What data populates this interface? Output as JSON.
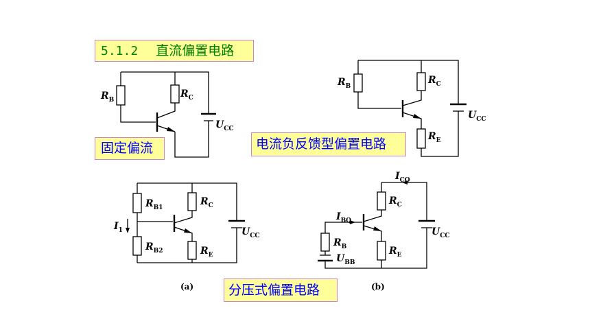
{
  "slide": {
    "section_number": "5.1.2",
    "section_title": "直流偏置电路",
    "fixed_bias_label": "固定偏流",
    "feedback_bias_label": "电流负反馈型偏置电路",
    "divider_bias_label": "分压式偏置电路"
  },
  "circuits": {
    "fixed": {
      "rb": "R",
      "rb_sub": "B",
      "rc": "R",
      "rc_sub": "C",
      "ucc": "U",
      "ucc_sub": "CC"
    },
    "feedback": {
      "rb": "R",
      "rb_sub": "B",
      "rc": "R",
      "rc_sub": "C",
      "re": "R",
      "re_sub": "E",
      "ucc": "U",
      "ucc_sub": "CC"
    },
    "divider_a": {
      "rb1": "R",
      "rb1_sub": "B1",
      "rb2": "R",
      "rb2_sub": "B2",
      "rc": "R",
      "rc_sub": "C",
      "re": "R",
      "re_sub": "E",
      "ucc": "U",
      "ucc_sub": "CC",
      "i1": "I",
      "i1_sub": "1",
      "caption": "(a)"
    },
    "divider_b": {
      "icq": "I",
      "icq_sub": "CQ",
      "ibq": "I",
      "ibq_sub": "BQ",
      "rb": "R",
      "rb_sub": "B",
      "rc": "R",
      "rc_sub": "C",
      "re": "R",
      "re_sub": "E",
      "ubb": "U",
      "ubb_sub": "BB",
      "ucc": "U",
      "ucc_sub": "CC",
      "caption": "(b)"
    }
  },
  "colors": {
    "label_background": "#ffff99",
    "label_border": "#d080d0",
    "title_text": "#008000",
    "label_text": "#0000ff"
  }
}
